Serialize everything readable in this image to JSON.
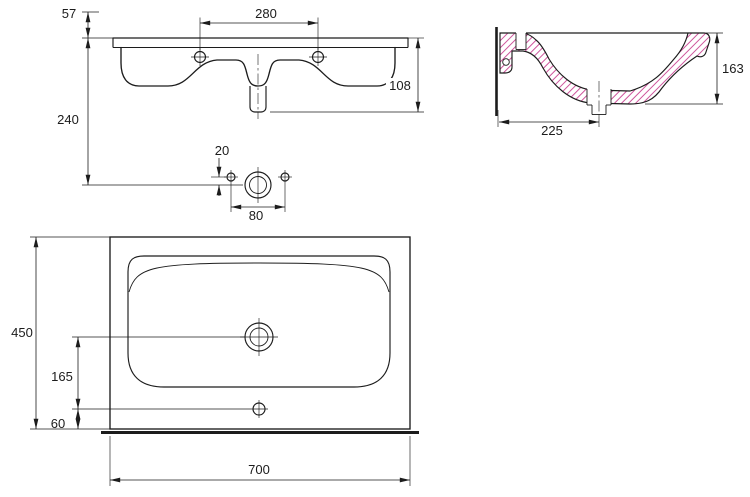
{
  "drawing": {
    "views": {
      "front": {
        "dims": {
          "rim_height": "57",
          "faucet_spacing": "280",
          "overall_height": "108",
          "rim_to_drain": "240",
          "hole_offset": "20",
          "hole_spacing": "80"
        }
      },
      "side": {
        "dims": {
          "basin_height": "163",
          "wall_to_drain": "225"
        }
      },
      "plan": {
        "dims": {
          "depth": "450",
          "drain_to_overflow": "165",
          "overflow_to_edge": "60",
          "width": "700"
        }
      }
    },
    "colors": {
      "line": "#1c1c1c",
      "hatch": "#cc4b97",
      "background": "#ffffff"
    }
  }
}
